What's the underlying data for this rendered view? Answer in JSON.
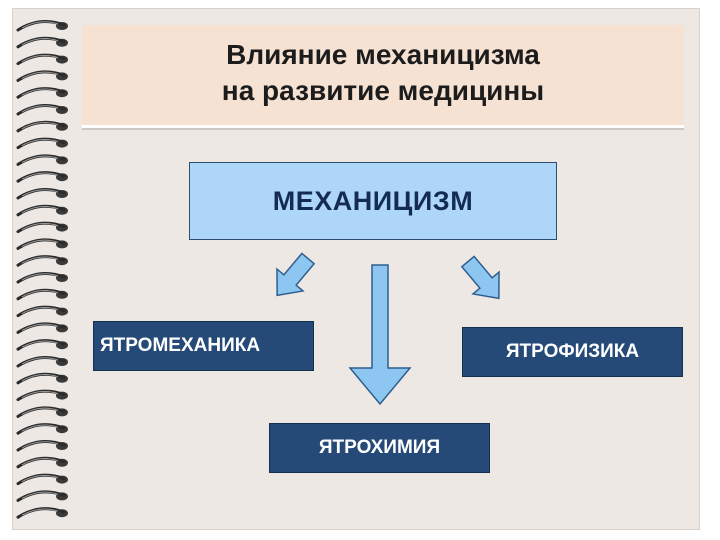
{
  "slide": {
    "title_line1": "Влияние механицизма",
    "title_line2": "на развитие медицины"
  },
  "diagram": {
    "root": "МЕХАНИЦИЗМ",
    "branches": {
      "left": "ЯТРОМЕХАНИКА",
      "right": "ЯТРОФИЗИКА",
      "bottom": "ЯТРОХИМИЯ"
    }
  },
  "colors": {
    "background": "#ede8e4",
    "title_band": "#f6e2d3",
    "root_fill": "#aed6f8",
    "branch_fill": "#254a78",
    "arrow_fill": "#8ec6f2"
  },
  "icons": [
    "spiral-binding-icon",
    "arrow-down-left-icon",
    "arrow-down-icon",
    "arrow-down-right-icon"
  ]
}
